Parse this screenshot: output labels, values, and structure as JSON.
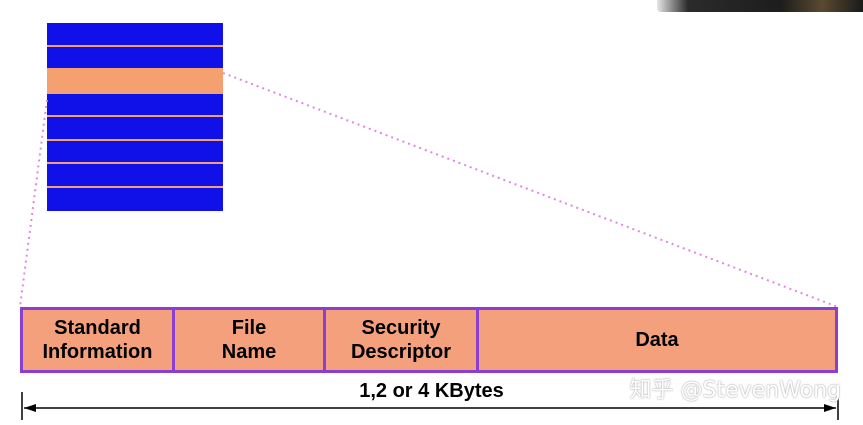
{
  "table_rows": 8,
  "highlighted_row": 2,
  "fields": [
    {
      "label": "Standard\nInformation"
    },
    {
      "label": "File\nName"
    },
    {
      "label": "Security\nDescriptor"
    },
    {
      "label": "Data"
    }
  ],
  "size_label": "1,2 or 4 KBytes",
  "watermark": "知乎 @StevenWong",
  "colors": {
    "row": "#1010e8",
    "highlight": "#f4a070",
    "field": "#f4a07c",
    "border": "#8b3fd0",
    "zoom_line": "#dd88dd"
  }
}
